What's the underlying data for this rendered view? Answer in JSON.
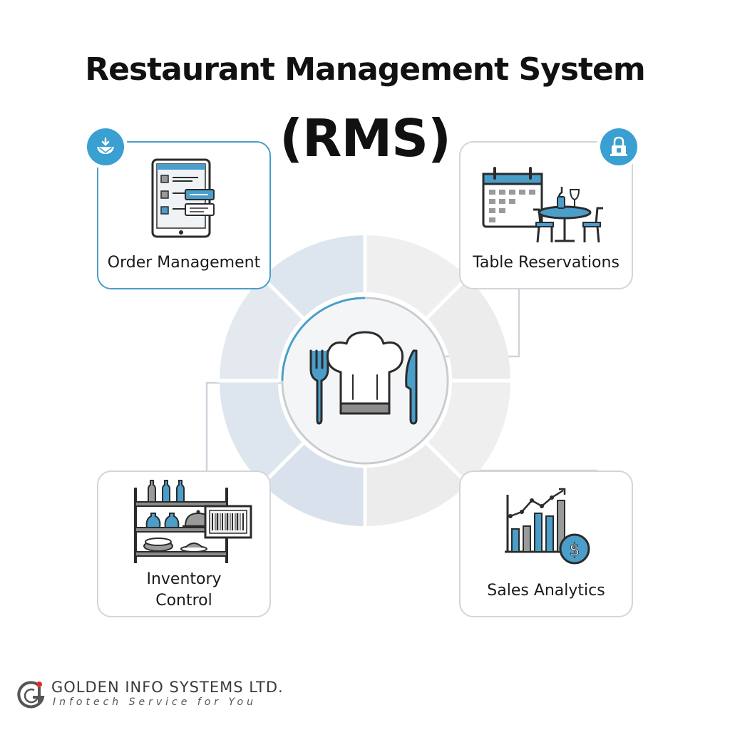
{
  "title": {
    "line1": "Restaurant Management System",
    "line2": "(RMS)"
  },
  "hub": {
    "icon": "chef-hat-fork-knife-icon"
  },
  "cards": [
    {
      "id": "order",
      "label": "Order Management",
      "icon": "tablet-order-icon",
      "badge_icon": "food-bowl-icon",
      "active": true
    },
    {
      "id": "reservations",
      "label": "Table Reservations",
      "icon": "calendar-dining-table-icon",
      "badge_icon": "restaurant-lock-icon",
      "active": false
    },
    {
      "id": "inventory",
      "label_line1": "Inventory",
      "label_line2": "Control",
      "icon": "shelf-barcode-icon",
      "active": false
    },
    {
      "id": "analytics",
      "label": "Sales Analytics",
      "icon": "bar-chart-dollar-icon",
      "active": false
    }
  ],
  "brand": {
    "name": "GOLDEN INFO SYSTEMS LTD.",
    "tagline": "Infotech Service for You",
    "logo_icon": "gis-logo-icon"
  },
  "colors": {
    "accent": "#3a9fd1",
    "ring_blue": "#dde5ee",
    "ring_gray": "#ececec",
    "card_border": "#d2d6db",
    "logo_red": "#e02b2b"
  }
}
